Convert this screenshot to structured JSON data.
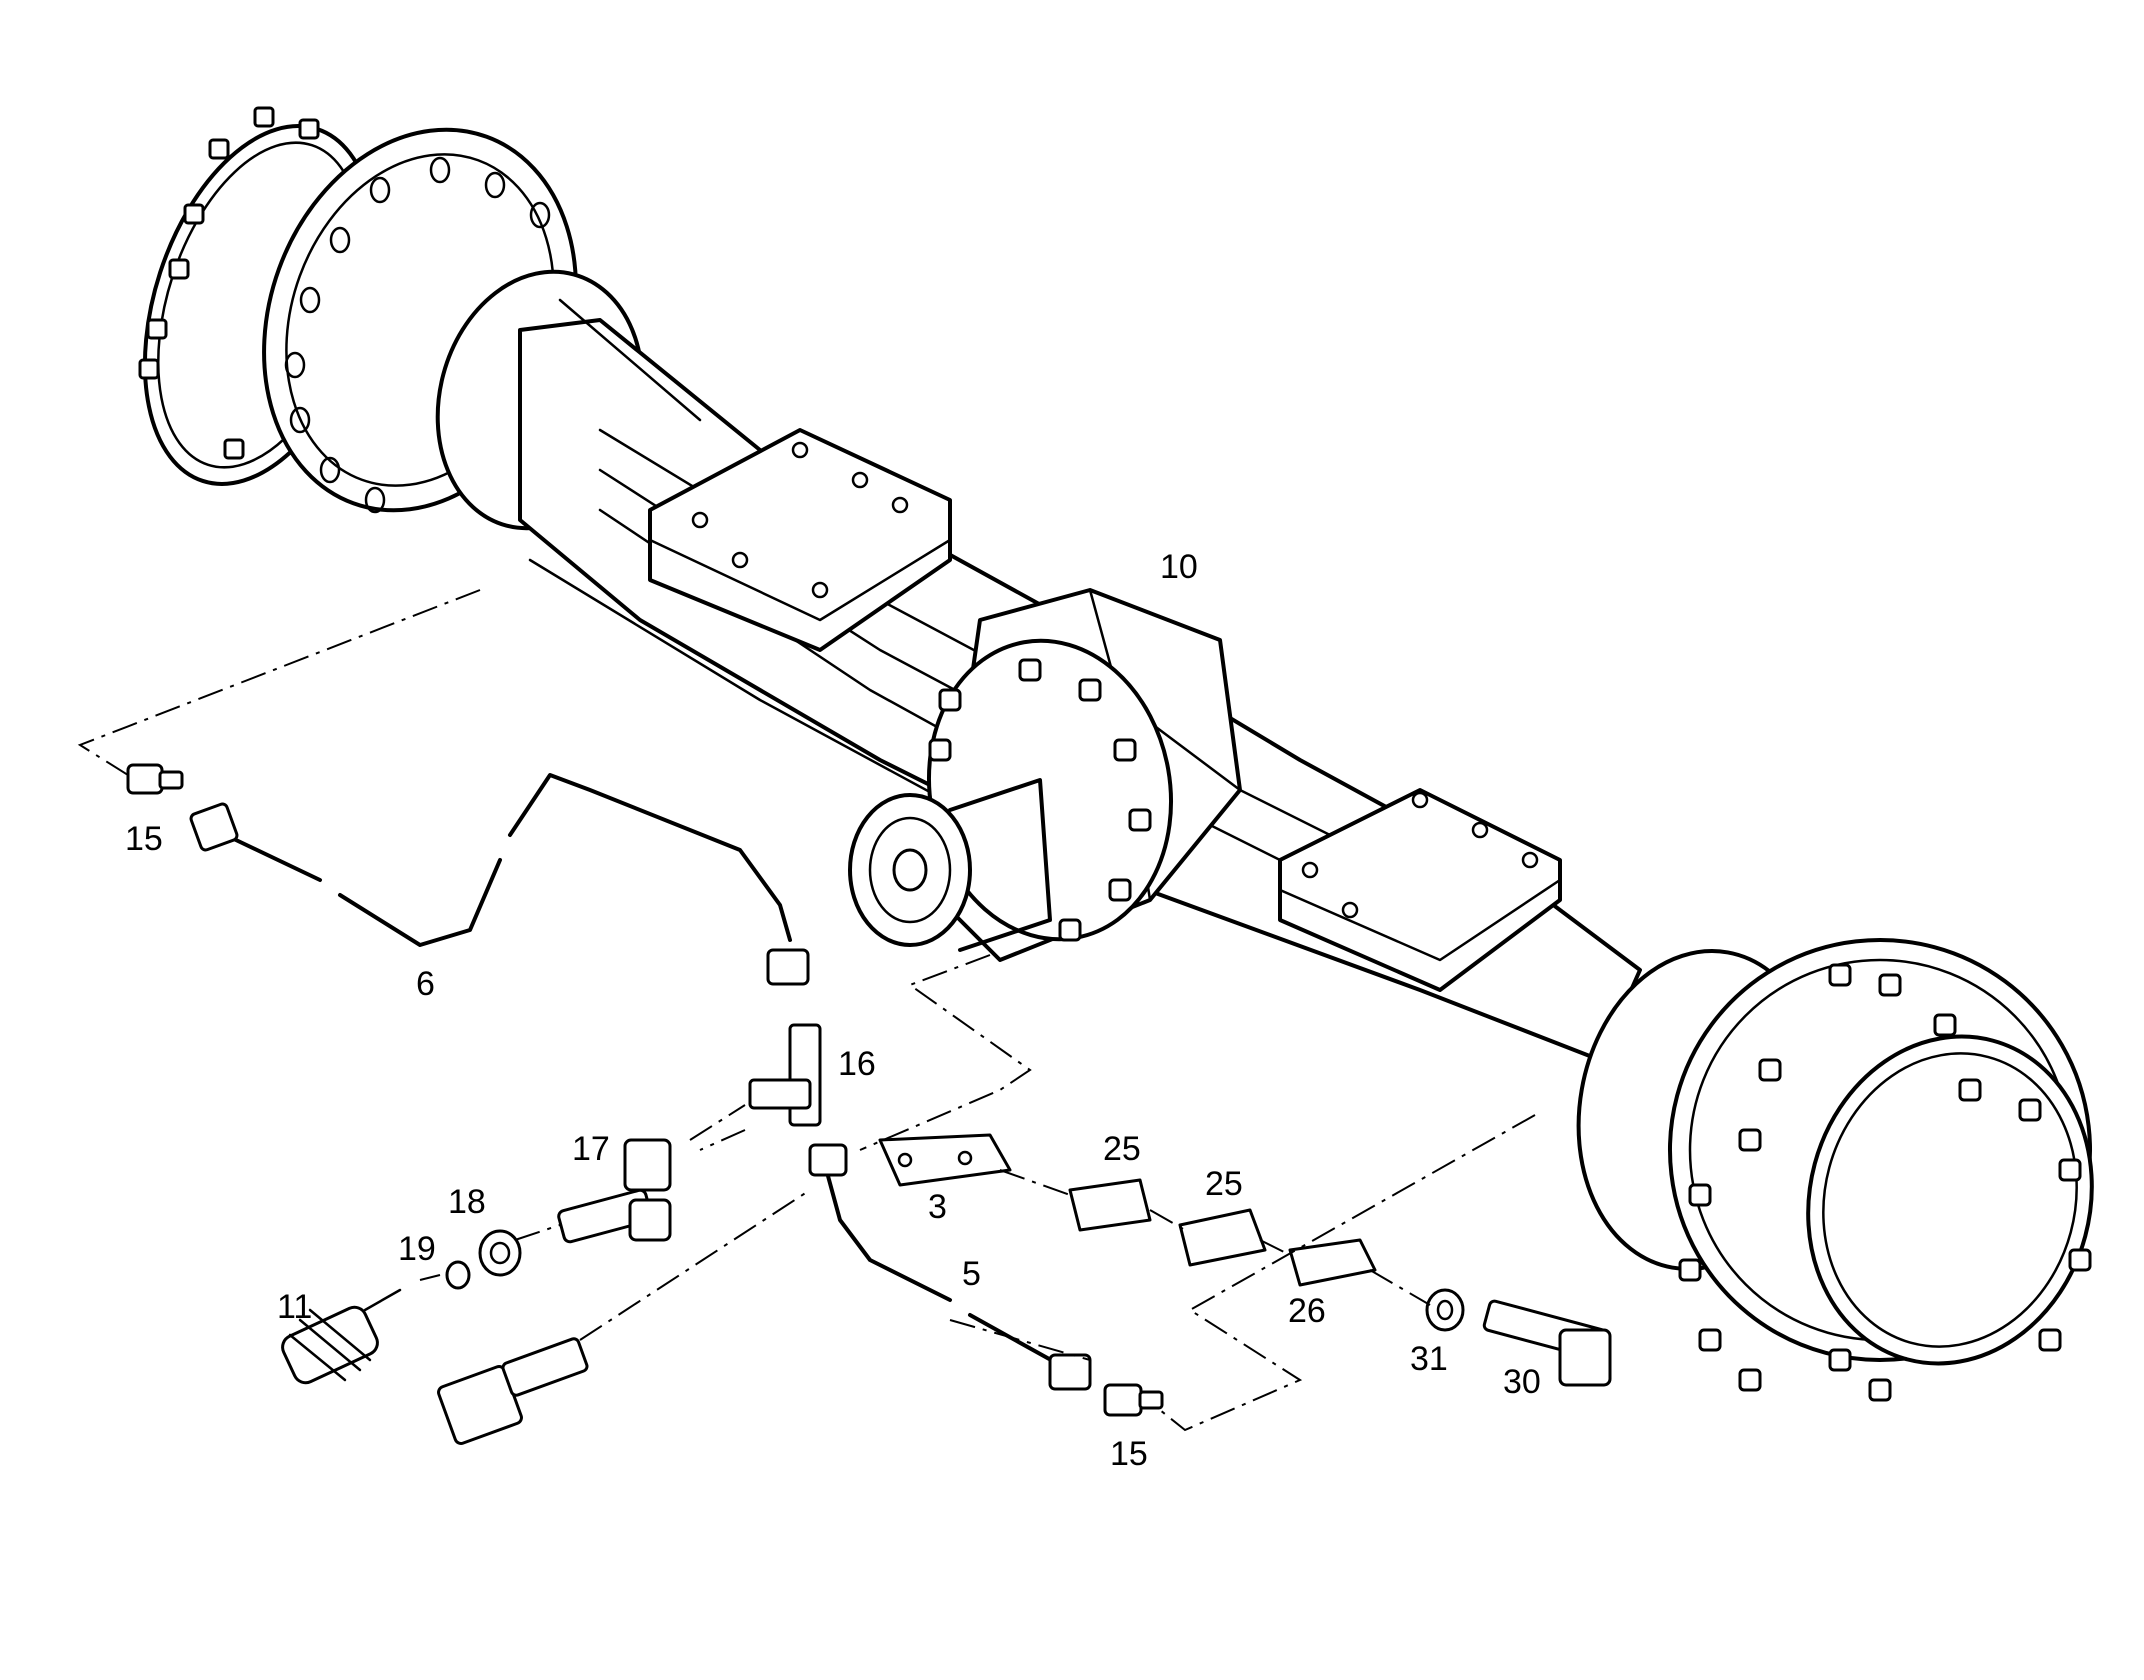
{
  "callouts": [
    {
      "id": "c10",
      "label": "10"
    },
    {
      "id": "c15a",
      "label": "15"
    },
    {
      "id": "c6",
      "label": "6"
    },
    {
      "id": "c16",
      "label": "16"
    },
    {
      "id": "c17",
      "label": "17"
    },
    {
      "id": "c18",
      "label": "18"
    },
    {
      "id": "c19",
      "label": "19"
    },
    {
      "id": "c11",
      "label": "11"
    },
    {
      "id": "c3",
      "label": "3"
    },
    {
      "id": "c25a",
      "label": "25"
    },
    {
      "id": "c25b",
      "label": "25"
    },
    {
      "id": "c26",
      "label": "26"
    },
    {
      "id": "c5",
      "label": "5"
    },
    {
      "id": "c15b",
      "label": "15"
    },
    {
      "id": "c31",
      "label": "31"
    },
    {
      "id": "c30",
      "label": "30"
    }
  ]
}
